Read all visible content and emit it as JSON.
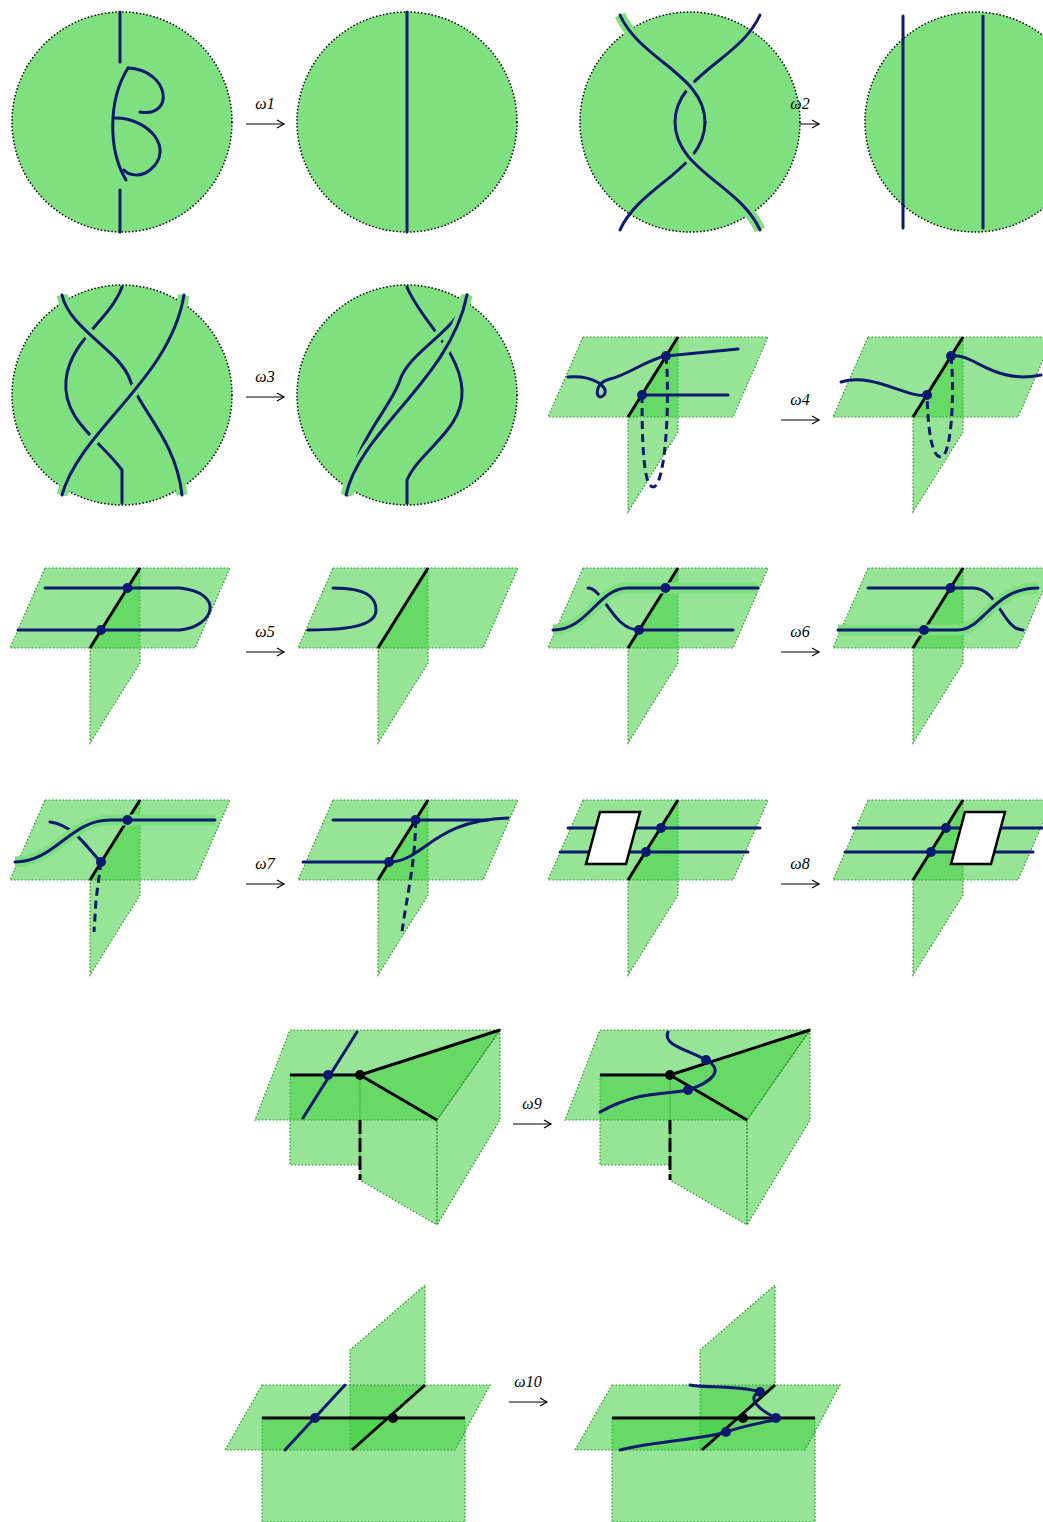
{
  "diagram": {
    "labels": [
      "ω1",
      "ω2",
      "ω3",
      "ω4",
      "ω5",
      "ω6",
      "ω7",
      "ω8",
      "ω9",
      "ω10"
    ]
  }
}
